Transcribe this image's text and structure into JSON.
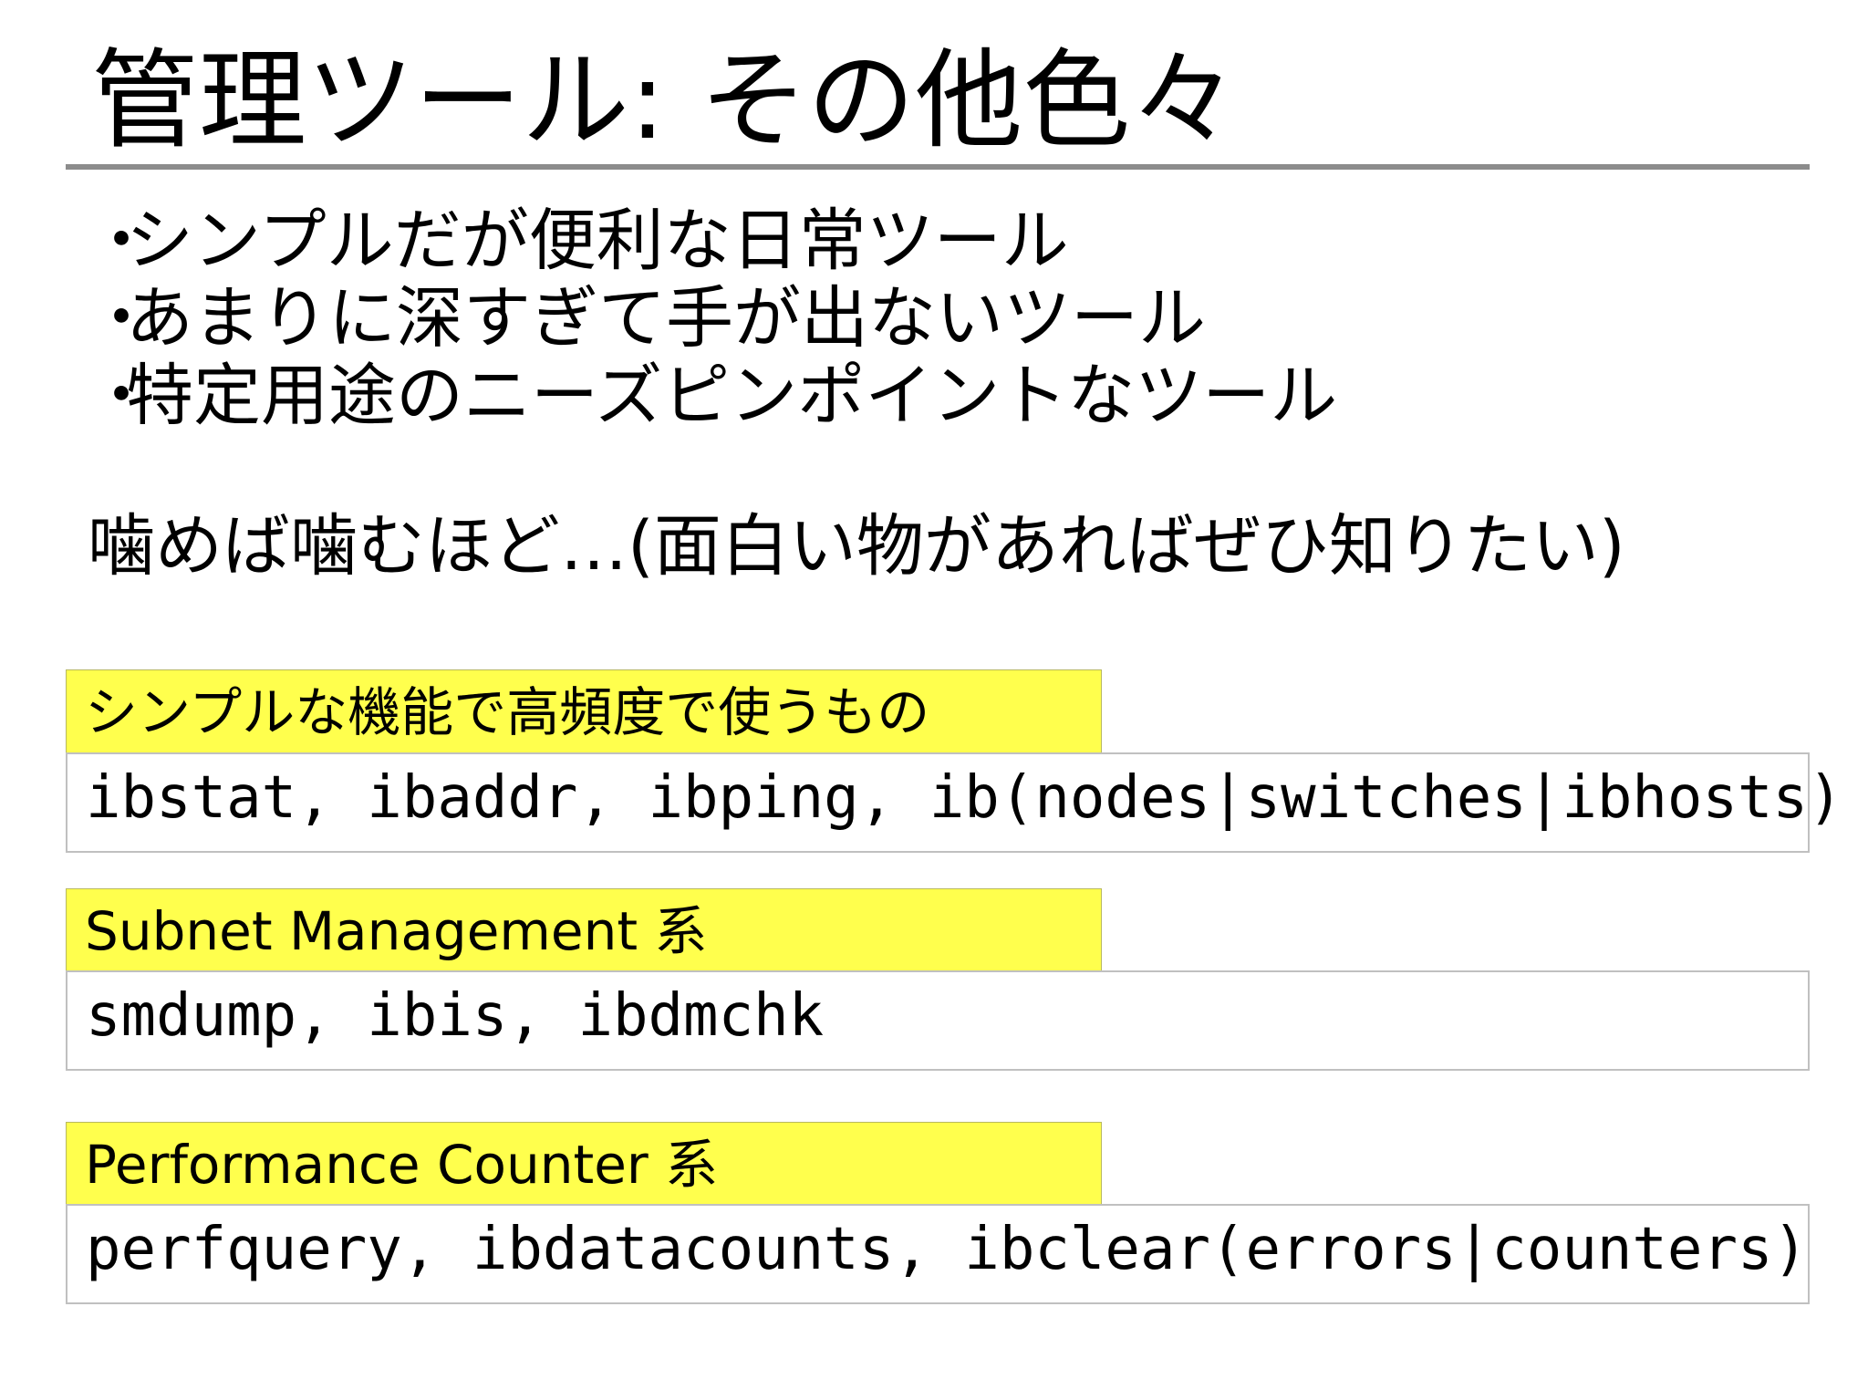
{
  "title": "管理ツール: その他色々",
  "bullet_marker": "・",
  "bullets": [
    "シンプルだが便利な日常ツール",
    "あまりに深すぎて手が出ないツール",
    "特定用途のニーズピンポイントなツール"
  ],
  "lead_text": "噛めば噛むほど…(面白い物があればぜひ知りたい)",
  "sections": [
    {
      "label": "シンプルな機能で高頻度で使うもの",
      "content": "ibstat, ibaddr, ibping, ib(nodes|switches|ibhosts)"
    },
    {
      "label": "Subnet Management 系",
      "content": "smdump, ibis, ibdmchk"
    },
    {
      "label": "Performance Counter 系",
      "content": "perfquery, ibdatacounts, ibclear(errors|counters)"
    }
  ],
  "colors": {
    "label_background": "#ffff4d",
    "title_rule": "#8c8c8c",
    "box_border": "#c0c0c0"
  }
}
